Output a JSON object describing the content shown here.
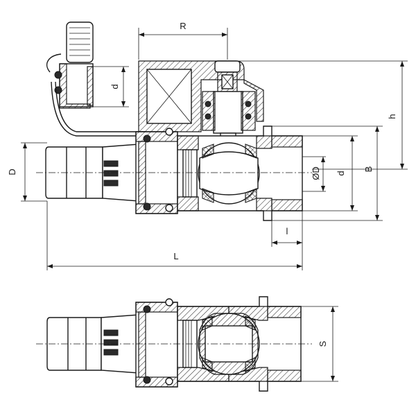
{
  "labels": {
    "R": "R",
    "d_top": "d",
    "D_left": "D",
    "phiD": "ØD",
    "d_right": "d",
    "B": "B",
    "h": "h",
    "l": "l",
    "L": "L",
    "S": "S"
  }
}
